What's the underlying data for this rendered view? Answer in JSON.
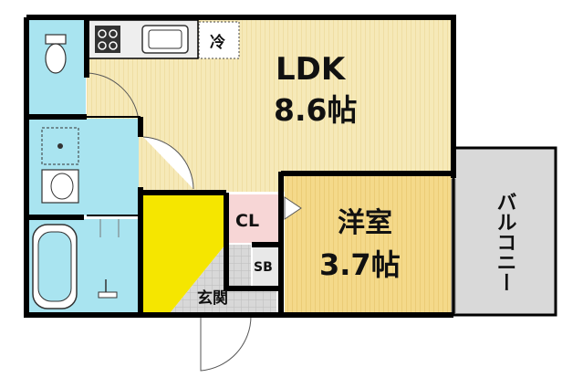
{
  "rooms": {
    "ldk": {
      "name": "LDK",
      "size": "8.6帖"
    },
    "western": {
      "name": "洋室",
      "size": "3.7帖"
    },
    "closet": "CL",
    "shoe_box": "SB",
    "entrance": "玄関",
    "balcony": "バルコニー",
    "fridge": "冷"
  },
  "colors": {
    "ldk_floor": "#f5e6b0",
    "western_floor": "#f5d98e",
    "bath": "#a9e4f0",
    "closet": "#f7d6d6",
    "yellow_room": "#f5e600",
    "balcony": "#d9d9d9",
    "entrance": "#cfcfcf",
    "wall": "#000000"
  }
}
